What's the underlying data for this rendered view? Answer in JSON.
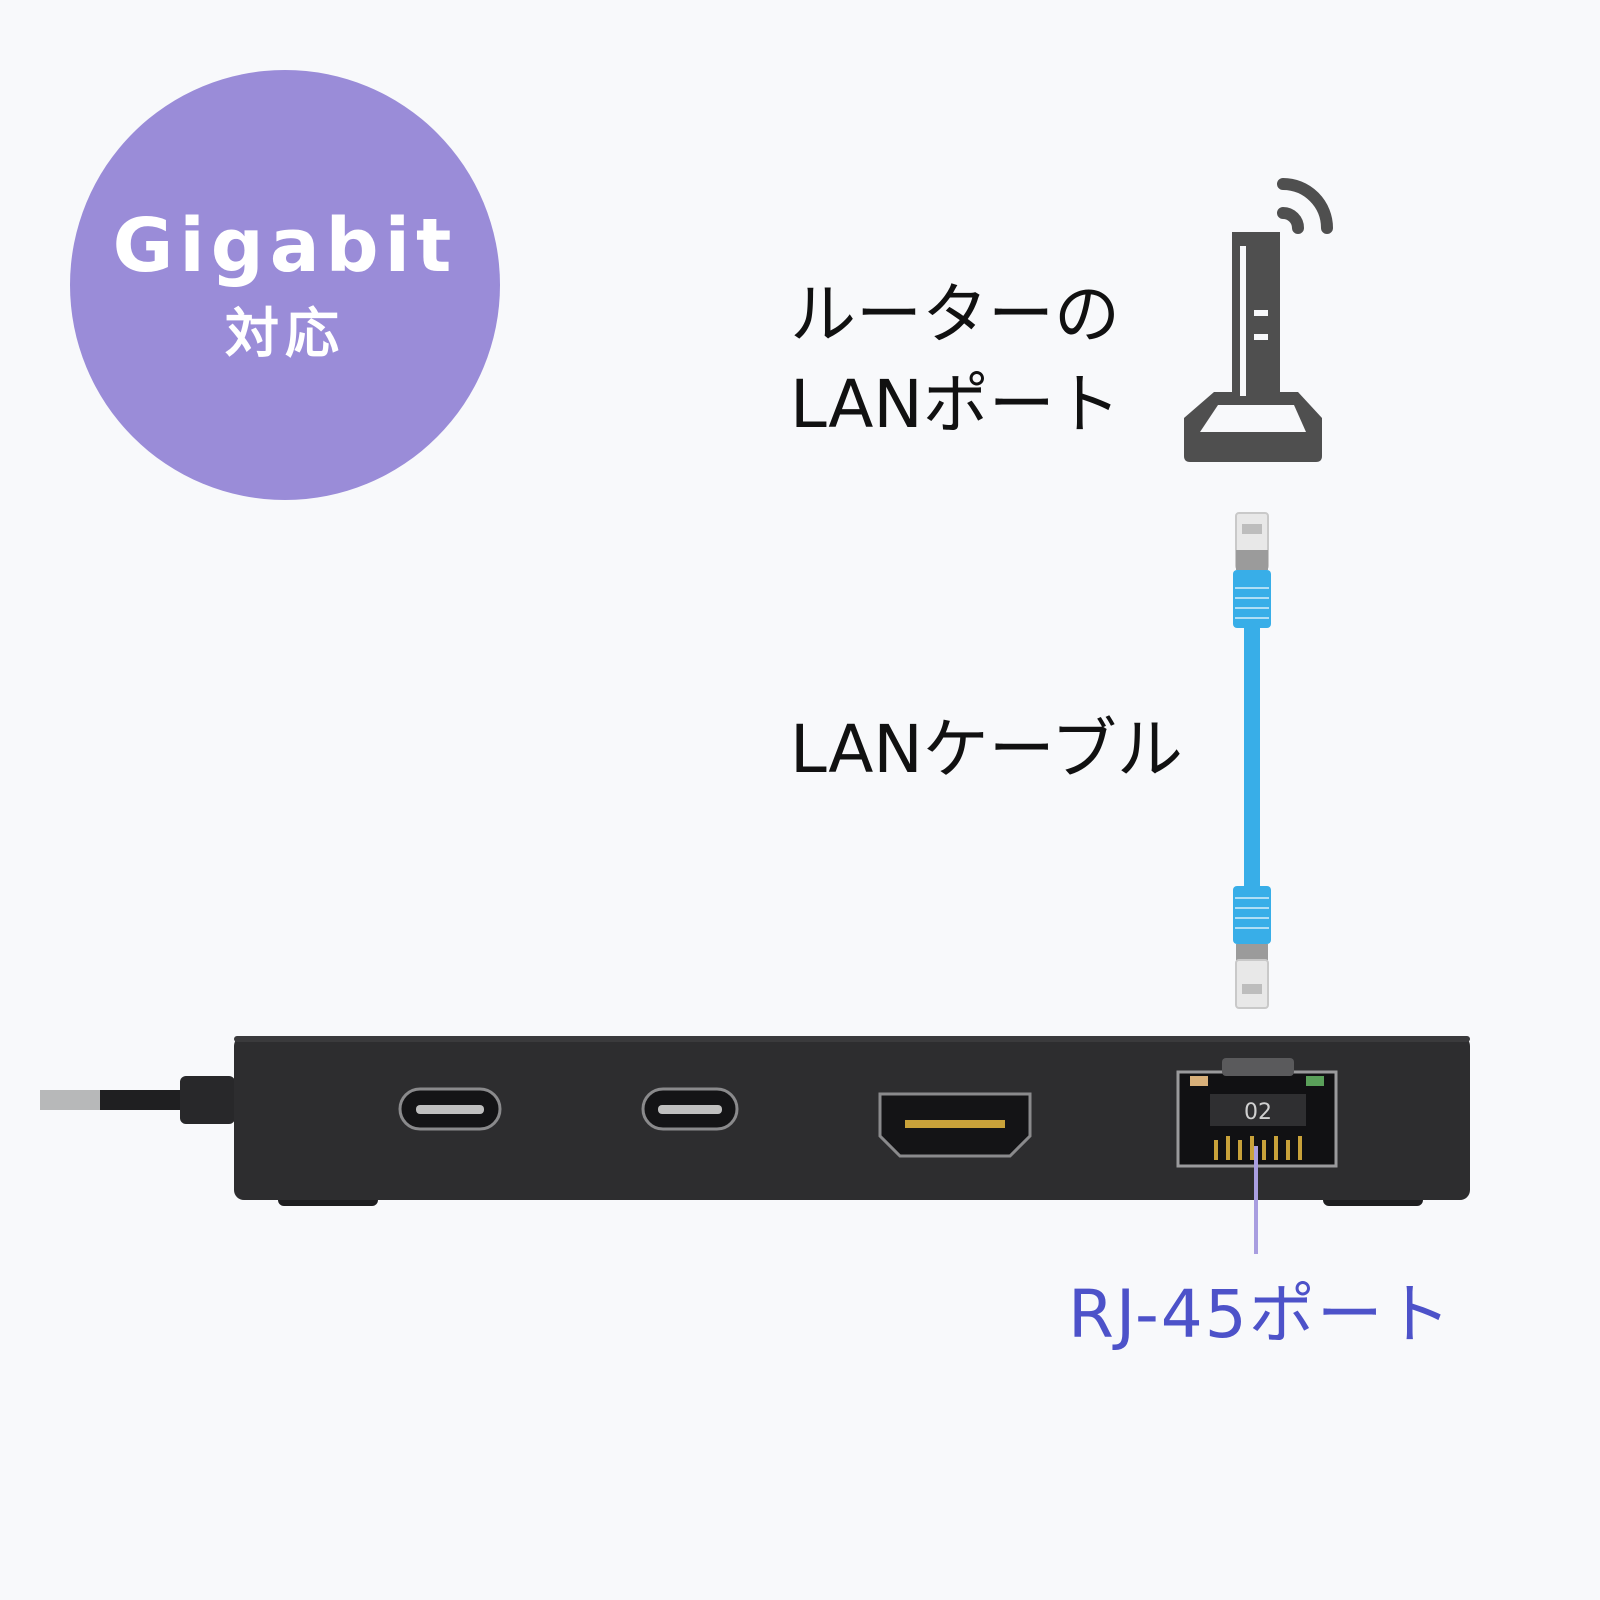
{
  "badge": {
    "line1": "Gigabit",
    "line2": "対応"
  },
  "router_label": "ルーターの\nLANポート",
  "cable_label": "LANケーブル",
  "hub_port_label": "RJ-45ポート",
  "hub_lan_port_number": "02",
  "colors": {
    "badge": "#9a8cd8",
    "accent_text": "#4d52c9",
    "leader_line": "#a99ee0",
    "cable": "#38aee8",
    "router": "#4f4f4f",
    "hub_body": "#2d2d2f"
  },
  "icons": [
    "router-icon",
    "wifi-signal-icon",
    "lan-cable-icon"
  ]
}
